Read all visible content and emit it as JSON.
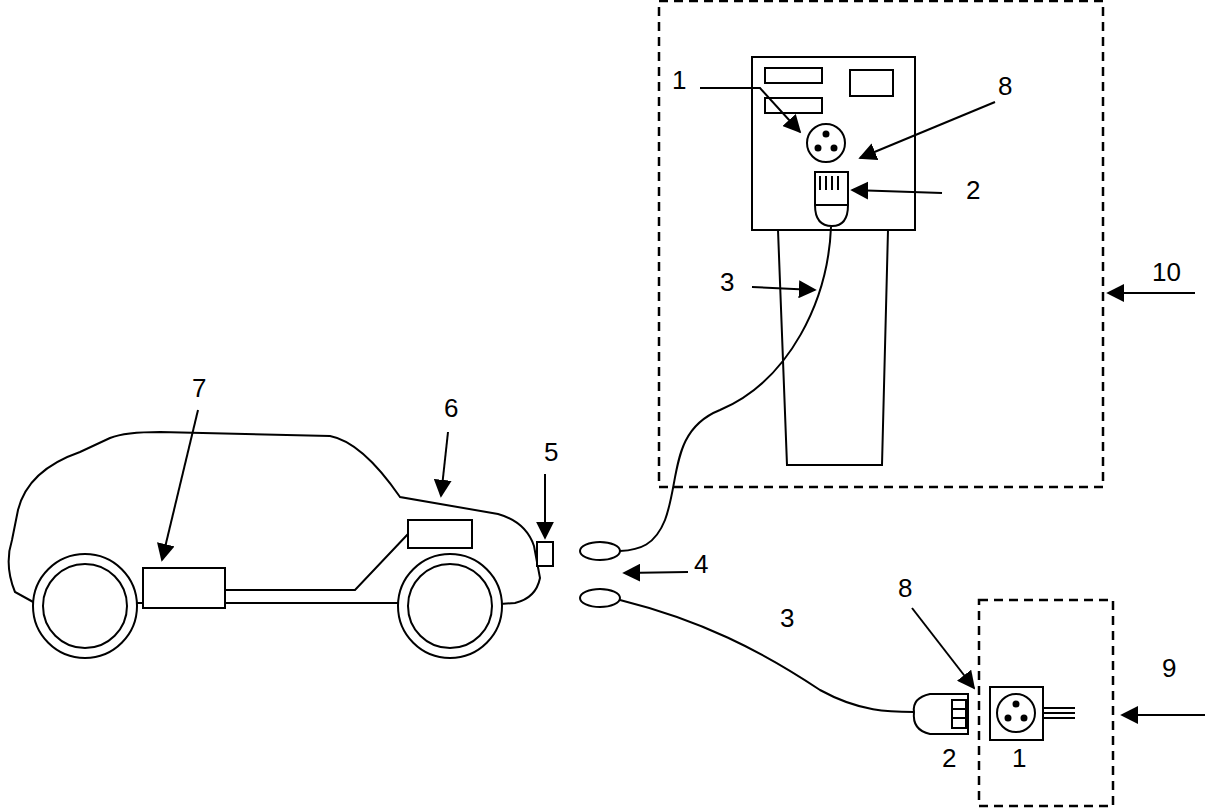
{
  "diagram": {
    "labels": [
      "1",
      "8",
      "2",
      "3",
      "10",
      "7",
      "6",
      "5",
      "4",
      "8",
      "3",
      "9",
      "2",
      "1"
    ]
  }
}
